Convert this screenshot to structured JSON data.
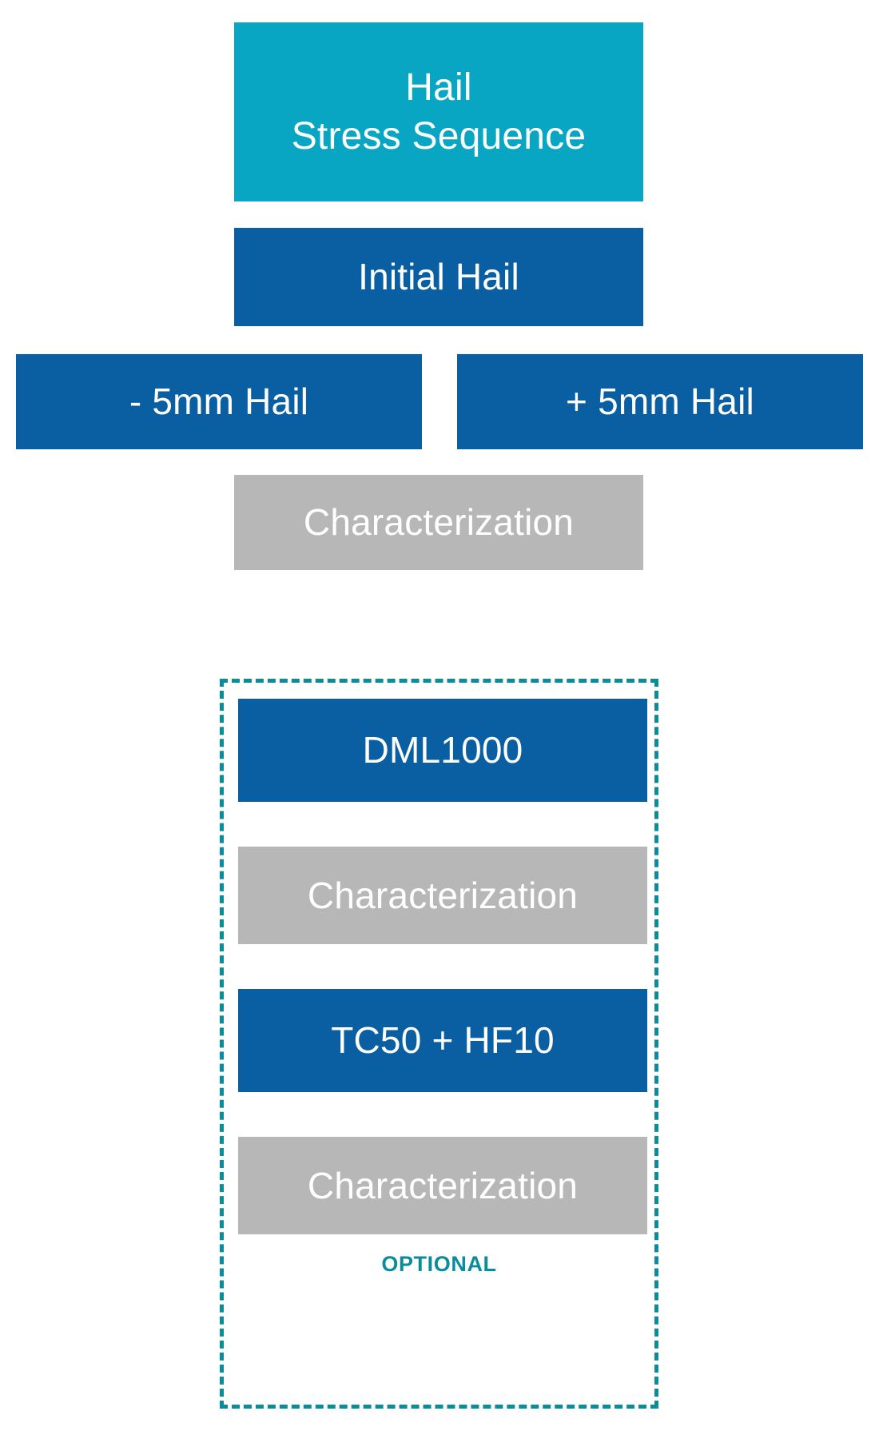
{
  "diagram": {
    "title": "Hail Stress Sequence",
    "colors": {
      "teal": "#08A6C3",
      "blue": "#0A5FA3",
      "gray": "#B7B7B7",
      "dashed_border": "#0B8C9B",
      "text_on_fill": "#FFFFFF",
      "background": "#FFFFFF"
    },
    "header": {
      "line1": "Hail",
      "line2": "Stress Sequence"
    },
    "steps": {
      "initial": "Initial Hail",
      "branch_left": "- 5mm Hail",
      "branch_right": "+ 5mm Hail",
      "characterization_top": "Characterization"
    },
    "optional_group": {
      "badge": "OPTIONAL",
      "items": [
        {
          "label": "DML1000",
          "style": "blue"
        },
        {
          "label": "Characterization",
          "style": "gray"
        },
        {
          "label": "TC50 + HF10",
          "style": "blue"
        },
        {
          "label": "Characterization",
          "style": "gray"
        }
      ]
    }
  }
}
